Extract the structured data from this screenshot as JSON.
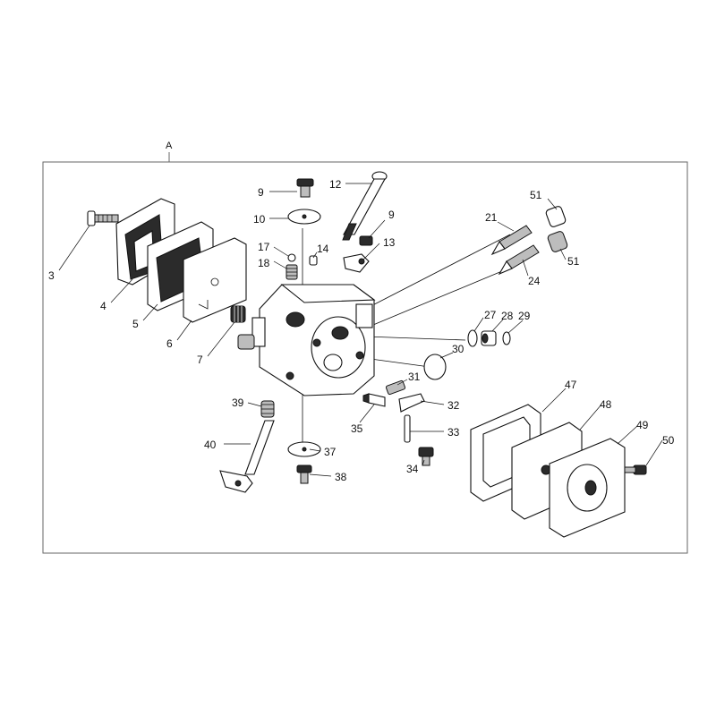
{
  "frame": {
    "label": "A"
  },
  "callouts": [
    {
      "id": "c3",
      "text": "3"
    },
    {
      "id": "c4",
      "text": "4"
    },
    {
      "id": "c5",
      "text": "5"
    },
    {
      "id": "c6",
      "text": "6"
    },
    {
      "id": "c7",
      "text": "7"
    },
    {
      "id": "c9a",
      "text": "9"
    },
    {
      "id": "c9b",
      "text": "9"
    },
    {
      "id": "c10",
      "text": "10"
    },
    {
      "id": "c12",
      "text": "12"
    },
    {
      "id": "c13",
      "text": "13"
    },
    {
      "id": "c14",
      "text": "14"
    },
    {
      "id": "c17",
      "text": "17"
    },
    {
      "id": "c18",
      "text": "18"
    },
    {
      "id": "c21",
      "text": "21"
    },
    {
      "id": "c24",
      "text": "24"
    },
    {
      "id": "c27",
      "text": "27"
    },
    {
      "id": "c28",
      "text": "28"
    },
    {
      "id": "c29",
      "text": "29"
    },
    {
      "id": "c30",
      "text": "30"
    },
    {
      "id": "c31",
      "text": "31"
    },
    {
      "id": "c32",
      "text": "32"
    },
    {
      "id": "c33",
      "text": "33"
    },
    {
      "id": "c34",
      "text": "34"
    },
    {
      "id": "c35",
      "text": "35"
    },
    {
      "id": "c37",
      "text": "37"
    },
    {
      "id": "c38",
      "text": "38"
    },
    {
      "id": "c39",
      "text": "39"
    },
    {
      "id": "c40",
      "text": "40"
    },
    {
      "id": "c47",
      "text": "47"
    },
    {
      "id": "c48",
      "text": "48"
    },
    {
      "id": "c49",
      "text": "49"
    },
    {
      "id": "c50",
      "text": "50"
    },
    {
      "id": "c51a",
      "text": "51"
    },
    {
      "id": "c51b",
      "text": "51"
    }
  ]
}
